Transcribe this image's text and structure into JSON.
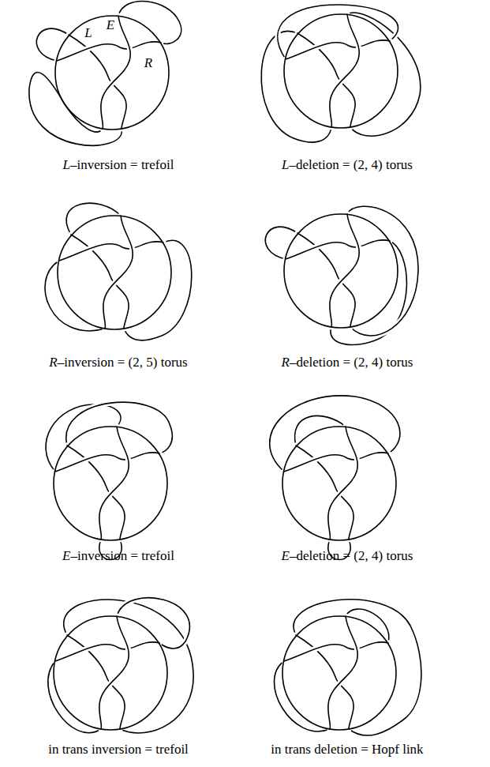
{
  "diagram": {
    "labels": [
      "L",
      "E",
      "R",
      "L–inversion = trefoil",
      "L–deletion = (2, 4) torus",
      "R–inversion = (2, 5) torus",
      "R–deletion = (2, 4) torus",
      "E–inversion = trefoil",
      "E–deletion = (2, 4) torus",
      "in trans inversion = trefoil",
      "in trans deletion = Hopf link"
    ]
  }
}
